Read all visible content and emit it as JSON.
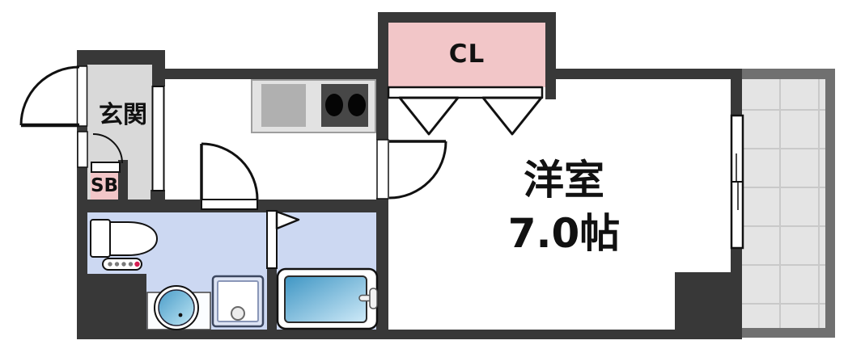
{
  "floorplan": {
    "title": "1K apartment floor plan",
    "labels": {
      "entrance": "玄関",
      "closet": "CL",
      "shoe_box": "SB",
      "room_name": "洋室",
      "room_size": "7.0帖"
    },
    "rooms": [
      {
        "name": "entrance",
        "label": "玄関"
      },
      {
        "name": "closet",
        "label": "CL"
      },
      {
        "name": "shoe-box",
        "label": "SB"
      },
      {
        "name": "western-room",
        "label": "洋室 7.0帖"
      },
      {
        "name": "kitchen-hall",
        "label": ""
      },
      {
        "name": "washroom",
        "label": ""
      },
      {
        "name": "bathroom",
        "label": ""
      },
      {
        "name": "balcony",
        "label": ""
      }
    ],
    "fixtures": [
      "kitchen-counter",
      "kitchen-sink",
      "two-burner-stove",
      "toilet",
      "vanity-sink",
      "washing-machine-pan",
      "bathtub",
      "entrance-door",
      "room-door",
      "washroom-door",
      "bathroom-folding-door",
      "closet-folding-doors",
      "shoe-box-door",
      "sliding-window",
      "balcony"
    ],
    "colors": {
      "wall": "#383838",
      "entrance_floor": "#d9d9d9",
      "closet_fill": "#f2c6c8",
      "wet_area_floor": "#ccd8f2",
      "water_gradient_start": "#3f96c4",
      "water_gradient_end": "#cfeaf8",
      "balcony_wall": "#707070",
      "balcony_tile": "#e4e4e4",
      "balcony_grid": "#c9c9c9",
      "counter": "#e2e2e2",
      "counter_sink": "#b0b0b0",
      "stove": "#474747",
      "accent_dot": "#d61f52"
    }
  }
}
